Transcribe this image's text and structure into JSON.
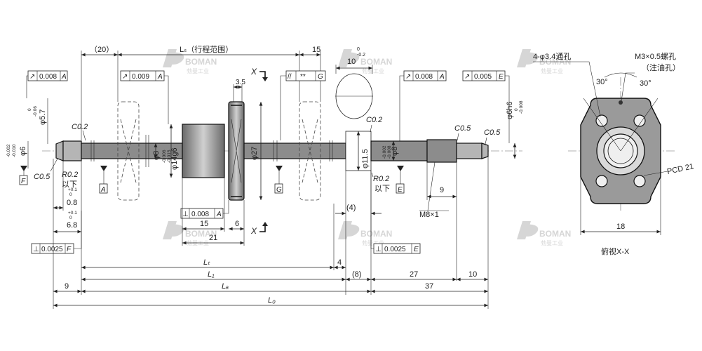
{
  "watermark": {
    "brand": "BOMAN",
    "sub": "勃曼工业"
  },
  "top_dims": {
    "d20": "（20）",
    "ls_range": "Lₛ（行程范围）",
    "d15": "15",
    "d10": "10",
    "tol_top": "0",
    "tol_bot": "-0.2"
  },
  "geometric_tolerances": {
    "runout_a_left": {
      "symbol": "↗",
      "value": "0.008",
      "datum": "A"
    },
    "runout_a_nut": {
      "symbol": "↗",
      "value": "0.009",
      "datum": "A"
    },
    "flatness_g": {
      "symbol": "//",
      "value": "**",
      "datum": "G"
    },
    "runout_a_right": {
      "symbol": "↗",
      "value": "0.008",
      "datum": "A"
    },
    "runout_e_right": {
      "symbol": "↗",
      "value": "0.005",
      "datum": "E"
    },
    "perp_a": {
      "symbol": "⊥",
      "value": "0.008",
      "datum": "A"
    },
    "perp_f": {
      "symbol": "⊥",
      "value": "0.0025",
      "datum": "F"
    },
    "perp_e": {
      "symbol": "⊥",
      "value": "0.0025",
      "datum": "E"
    }
  },
  "left_end": {
    "phi57": "φ5.7",
    "phi57_tol_top": "0",
    "phi57_tol_bot": "-0.06",
    "phi6": "φ6",
    "phi6_tol_top": "-0.002",
    "phi6_tol_bot": "-0.010",
    "c02": "C0.2",
    "c05": "C0.5",
    "r02": "R0.2",
    "below": "以下",
    "d08": "0.8",
    "d08_tol_top": "+0.1",
    "d08_tol_bot": "0",
    "d68": "6.8",
    "d68_tol_top": "+0.1",
    "d68_tol_bot": "0",
    "datum_f": "F",
    "datum_a": "A"
  },
  "shaft": {
    "phi8": "φ8",
    "phi8_tol_top": "-0.006",
    "phi8_tol_bot": "-0.015",
    "phi14g6": "φ14g6",
    "phi27": "φ27",
    "d35": "3.5",
    "d15": "15",
    "d6": "6",
    "d21": "21",
    "datum_g": "G",
    "section": "X"
  },
  "right_end": {
    "c02": "C0.2",
    "phi115": "φ11.5",
    "r02": "R0.2",
    "below": "以下",
    "phi8": "φ8",
    "phi8_tol_top": "-0.002",
    "phi8_tol_bot": "-0.008",
    "c05a": "C0.5",
    "c05b": "C0.5",
    "phi6h6": "φ6h6",
    "phi6h6_tol_top": "0",
    "phi6h6_tol_bot": "-0.008",
    "d9": "9",
    "m8": "M8×1",
    "d4p": "(4)",
    "datum_e": "E"
  },
  "bottom_dims": {
    "lt": "Lₜ",
    "d4": "4",
    "l1": "L₁",
    "d8p": "(8)",
    "d27": "27",
    "d10": "10",
    "d9": "9",
    "la": "Lₐ",
    "d37": "37",
    "lo": "L₀"
  },
  "side_view": {
    "holes": "4-φ3.4通孔",
    "screw": "M3×0.5螺孔",
    "oil": "（注油孔）",
    "ang1": "30°",
    "ang2": "30°",
    "pcd": "PCD 21",
    "width": "18",
    "caption": "俯视X-X"
  }
}
